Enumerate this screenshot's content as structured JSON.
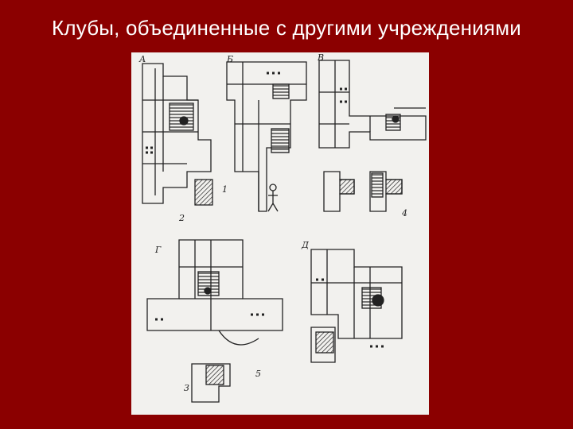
{
  "slide": {
    "title": "Клубы, объединенные с другими учреждениями"
  },
  "figure": {
    "panel_labels": [
      "А",
      "Б",
      "В",
      "Г",
      "Д"
    ],
    "callouts": [
      "1",
      "2",
      "3",
      "4",
      "5"
    ]
  },
  "colors": {
    "background": "#8b0000",
    "title_text": "#ffffff",
    "sheet": "#f2f1ee",
    "ink": "#222222"
  }
}
